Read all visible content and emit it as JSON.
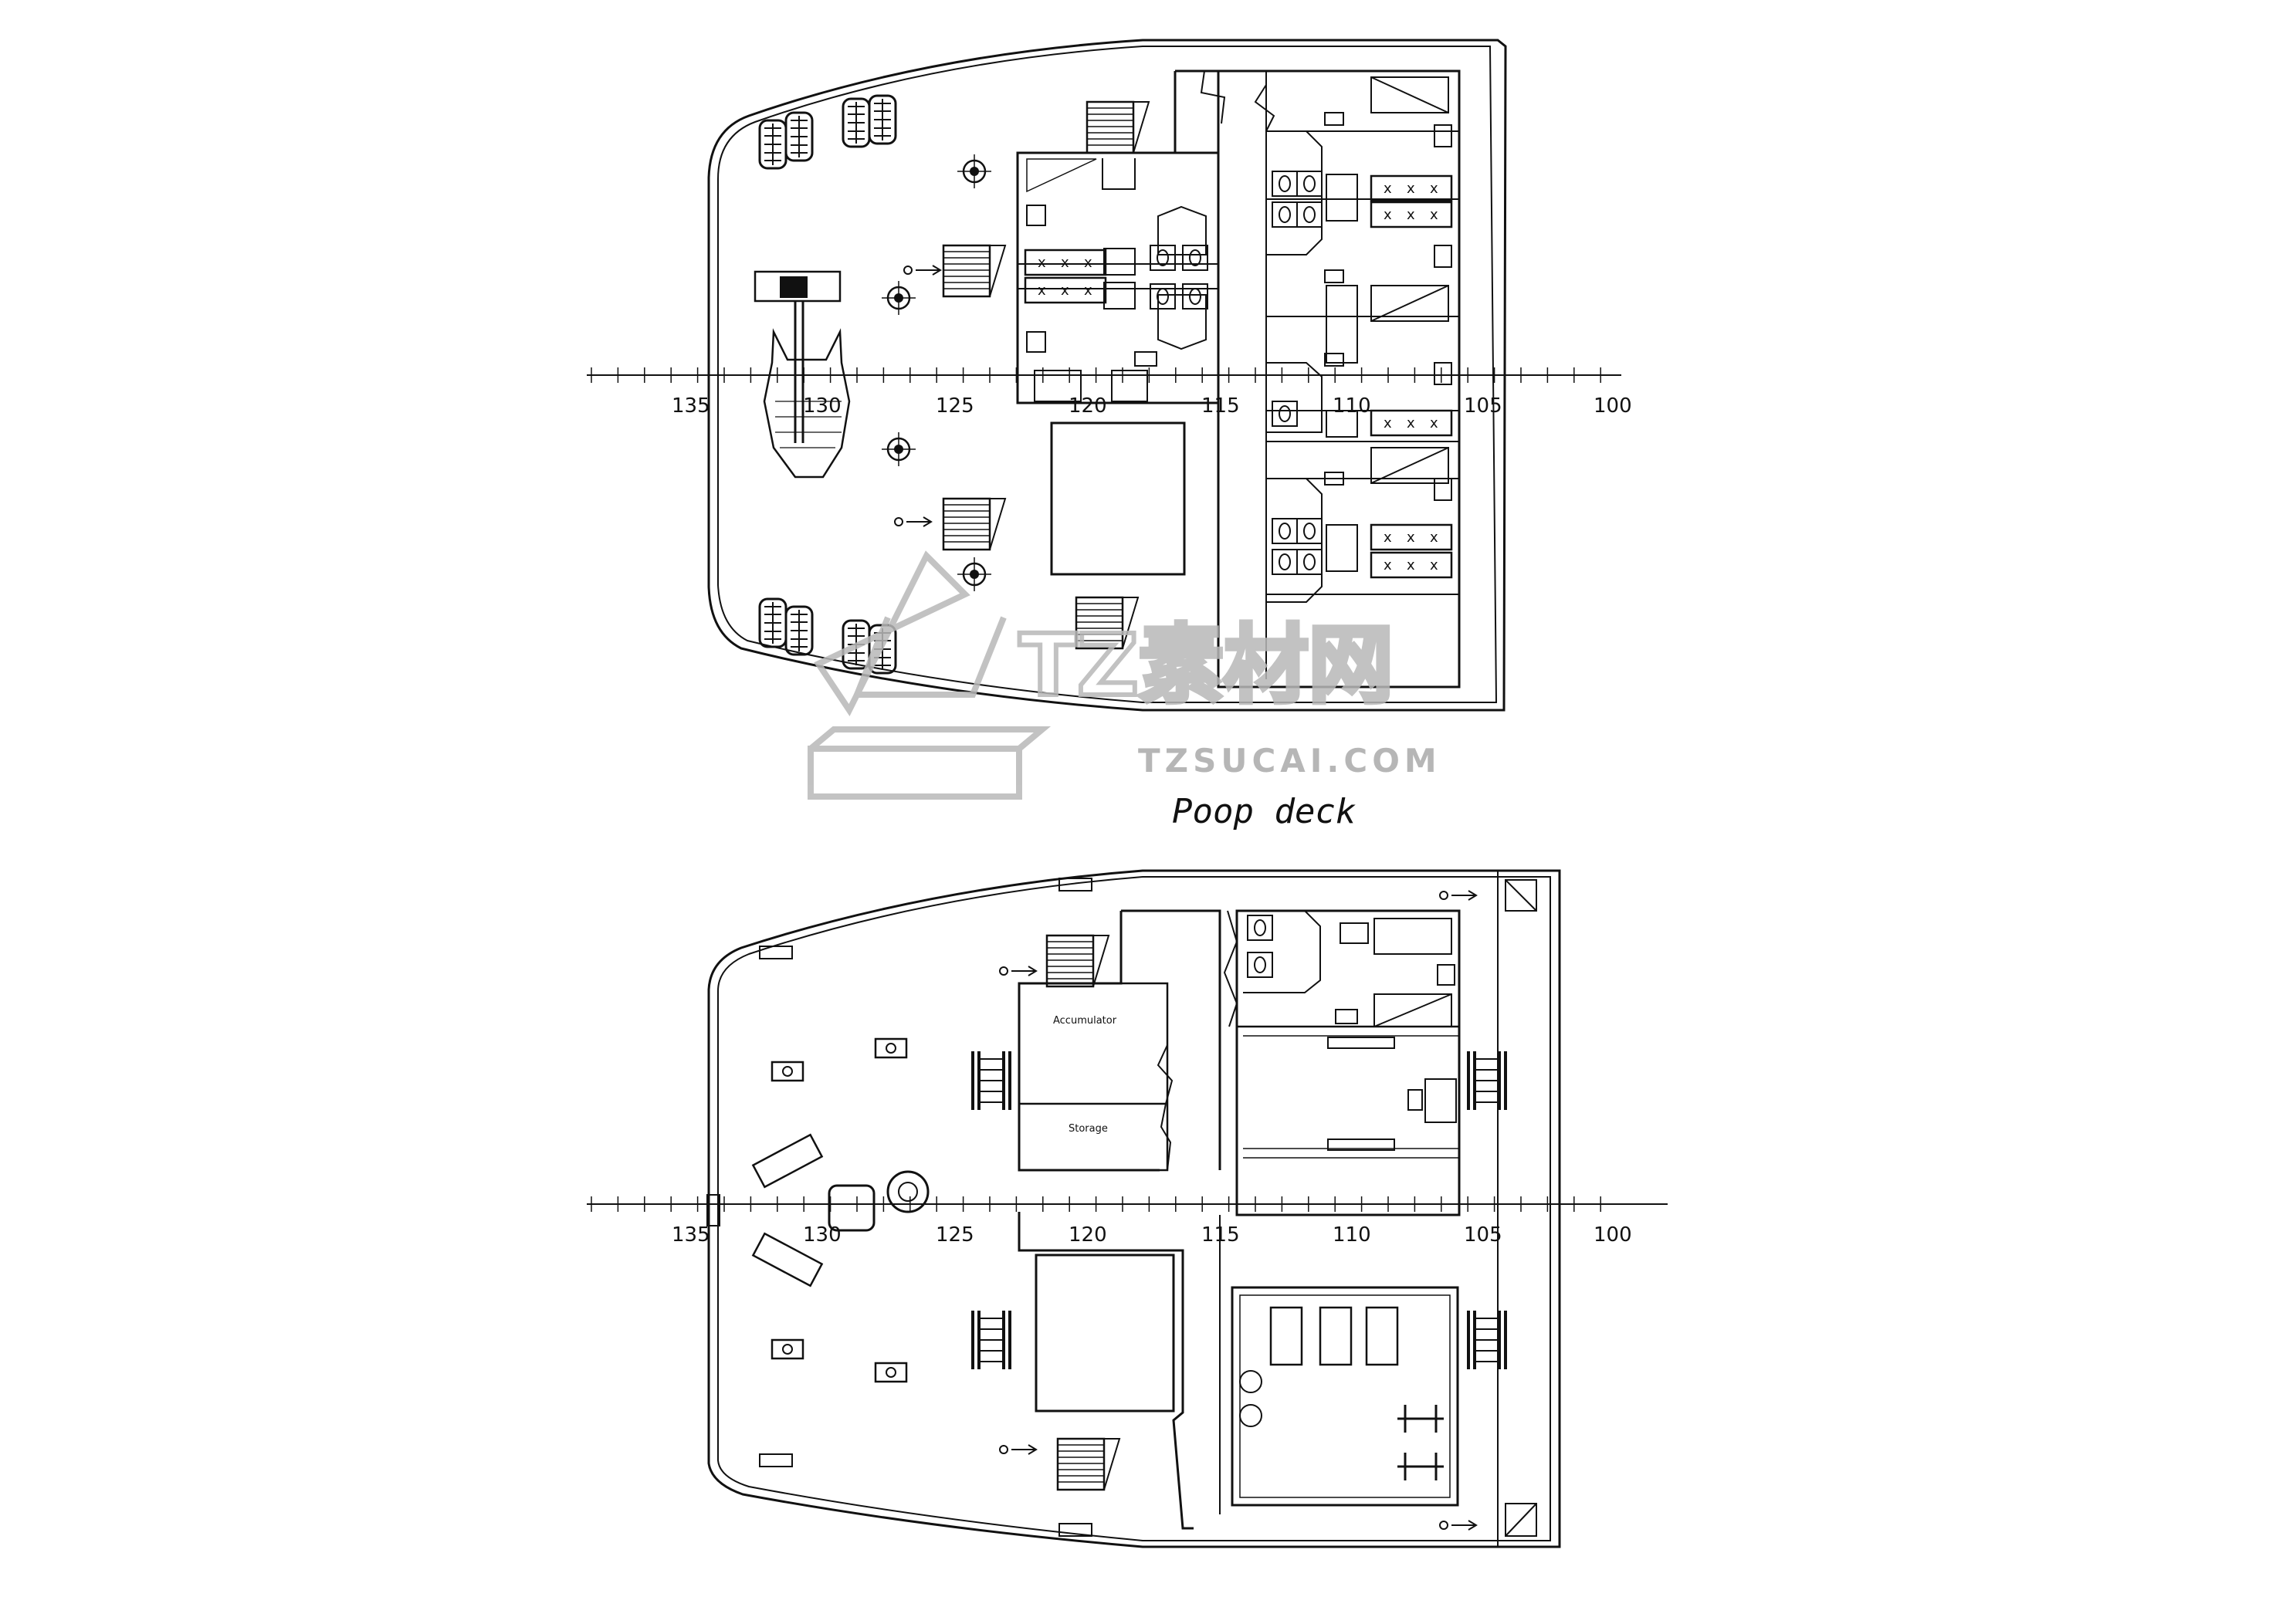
{
  "title": "Poop deck",
  "watermark": {
    "brand": "TZ素材网",
    "url": "TZSUCAI.COM"
  },
  "frame_numbers": [
    "135",
    "130",
    "125",
    "120",
    "115",
    "110",
    "105",
    "100"
  ],
  "rooms": {
    "accumulator": "Accumulator",
    "storage": "Storage"
  },
  "colors": {
    "line": "#111111",
    "watermark": "#b8b8b8"
  }
}
